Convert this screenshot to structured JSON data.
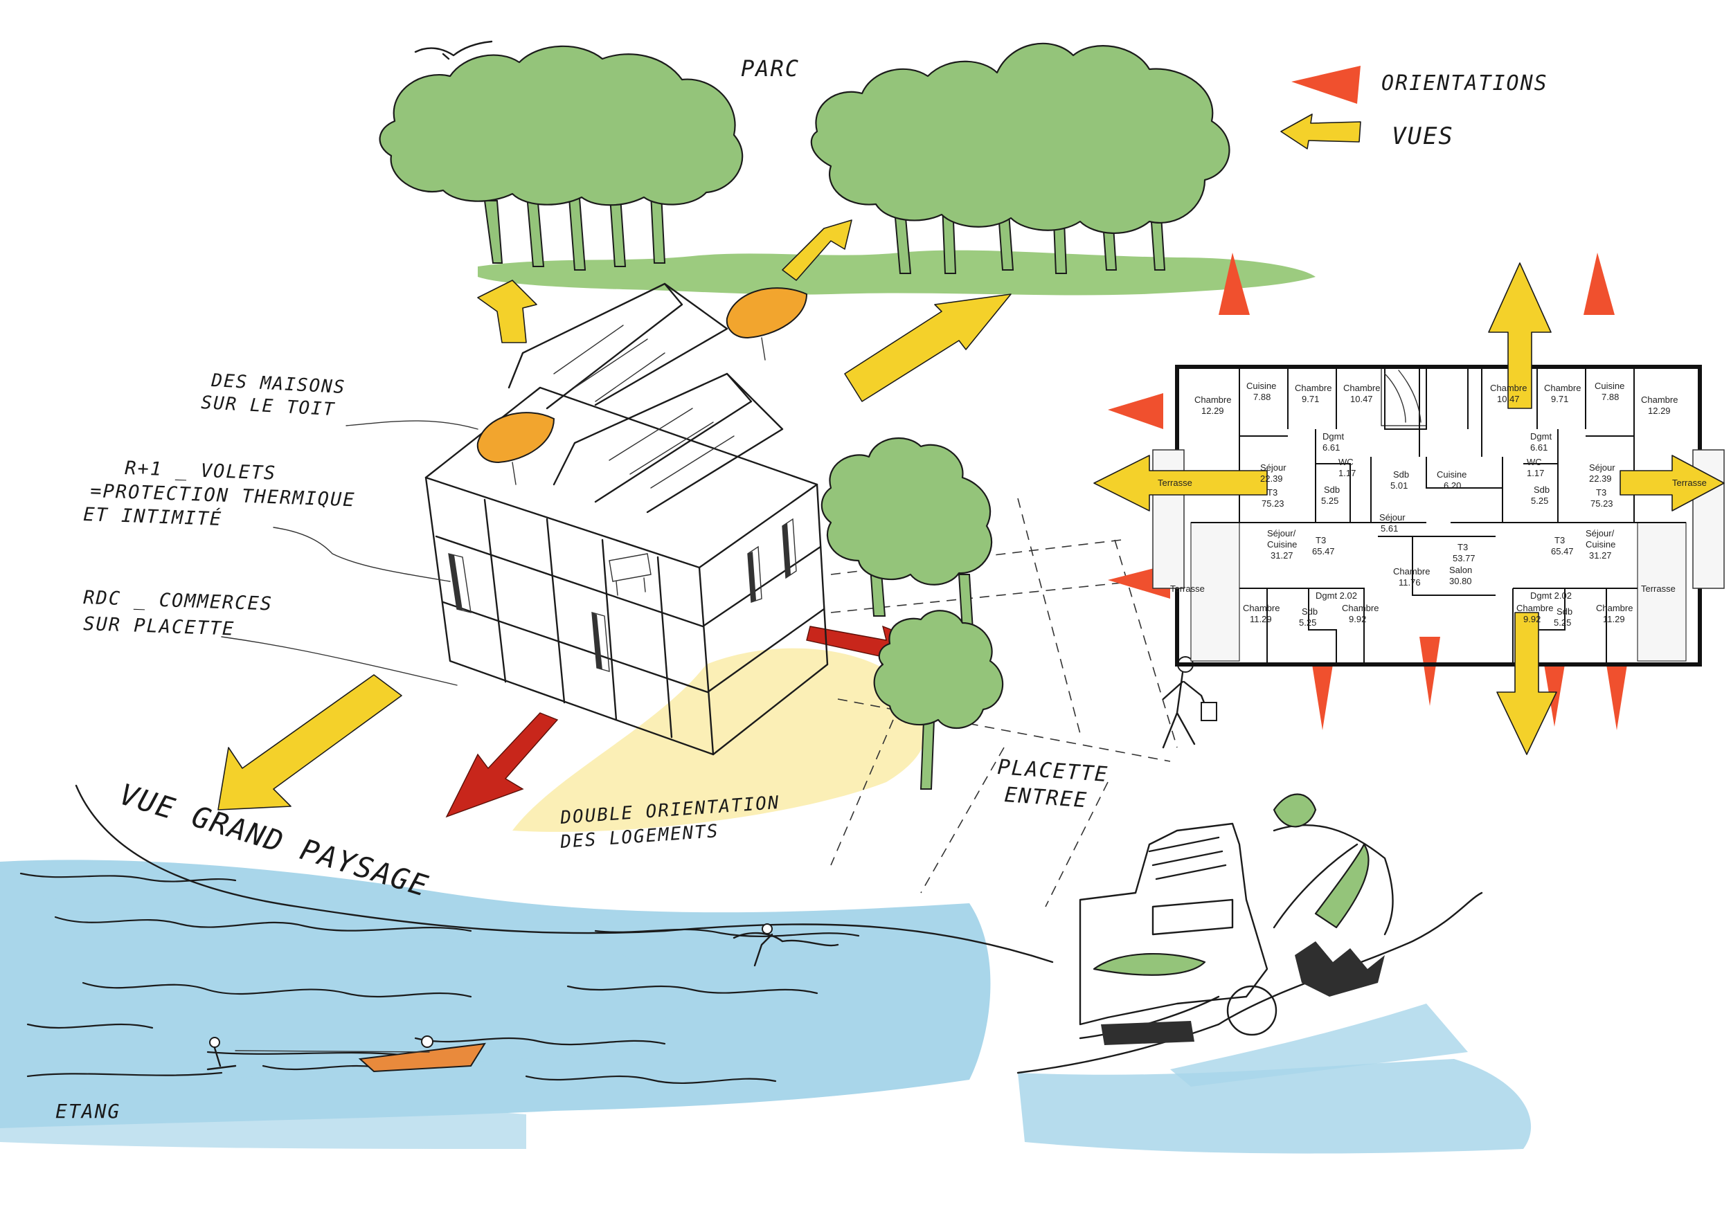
{
  "legend": {
    "orientations": "ORIENTATIONS",
    "vues": "VUES",
    "orientation_color": "#f0502e",
    "vues_color": "#f4d12a"
  },
  "labels": {
    "parc": "PARC",
    "maisons_line1": "DES MAISONS",
    "maisons_line2": "SUR LE TOIT",
    "volets_line1": "R+1 _ VOLETS",
    "volets_line2": "=PROTECTION THERMIQUE",
    "volets_line3": "ET INTIMITÉ",
    "rdc_line1": "RDC _ COMMERCES",
    "rdc_line2": "SUR PLACETTE",
    "placette_line1": "PLACETTE",
    "placette_line2": "ENTREE",
    "double_line1": "DOUBLE ORIENTATION",
    "double_line2": "DES LOGEMENTS",
    "vue_grand": "VUE GRAND PAYSAGE",
    "etang": "ETANG"
  },
  "plan": {
    "chambre_a": "Chambre",
    "chambre_a_area": "12.29",
    "cuisine_a": "Cuisine",
    "cuisine_a_area": "7.88",
    "chambre_b": "Chambre",
    "chambre_b_area": "9.71",
    "chambre_c": "Chambre",
    "chambre_c_area": "10.47",
    "chambre_d": "Chambre",
    "chambre_d_area": "10.47",
    "chambre_e": "Chambre",
    "chambre_e_area": "9.71",
    "cuisine_b": "Cuisine",
    "cuisine_b_area": "7.88",
    "chambre_f": "Chambre",
    "chambre_f_area": "12.29",
    "dgmt_a": "Dgmt",
    "dgmt_a_area": "6.61",
    "dgmt_b": "Dgmt",
    "dgmt_b_area": "6.61",
    "wc_a": "WC",
    "wc_a_area": "1.17",
    "wc_b": "WC",
    "wc_b_area": "1.17",
    "sejour_a": "Séjour",
    "sejour_a_area": "22.39",
    "t3_a": "T3",
    "t3_a_area": "75.23",
    "sejour_b": "Séjour",
    "sejour_b_area": "22.39",
    "t3_b": "T3",
    "t3_b_area": "75.23",
    "sdb_a": "Sdb",
    "sdb_a_area": "5.25",
    "sdb_b": "Sdb",
    "sdb_b_area": "5.25",
    "sdb_c": "Sdb",
    "sdb_c_area": "5.01",
    "cuisine_c": "Cuisine",
    "cuisine_c_area": "6.20",
    "sejour_c": "Séjour",
    "sejour_c_area": "5.61",
    "terrasse_a": "Terrasse",
    "terrasse_b": "Terrasse",
    "terrasse_c": "Terrasse",
    "terrasse_d": "Terrasse",
    "sejcuis_a": "Séjour/",
    "sejcuis_a2": "Cuisine",
    "sejcuis_a_area": "31.27",
    "sejcuis_b": "Séjour/",
    "sejcuis_b2": "Cuisine",
    "sejcuis_b_area": "31.27",
    "t3_c": "T3",
    "t3_c_area": "65.47",
    "t3_d": "T3",
    "t3_d_area": "65.47",
    "t3_e": "T3",
    "t3_e_area": "53.77",
    "salon": "Salon",
    "salon_area": "30.80",
    "chambre_g": "Chambre",
    "chambre_g_area": "11.76",
    "dgmt_c": "Dgmt 2.02",
    "dgmt_d": "Dgmt 2.02",
    "chambre_h": "Chambre",
    "chambre_h_area": "11.29",
    "sdb_d": "Sdb",
    "sdb_d_area": "5.25",
    "chambre_i": "Chambre",
    "chambre_i_area": "9.92",
    "chambre_j": "Chambre",
    "chambre_j_area": "9.92",
    "sdb_e": "Sdb",
    "sdb_e_area": "5.25",
    "chambre_k": "Chambre",
    "chambre_k_area": "11.29"
  }
}
